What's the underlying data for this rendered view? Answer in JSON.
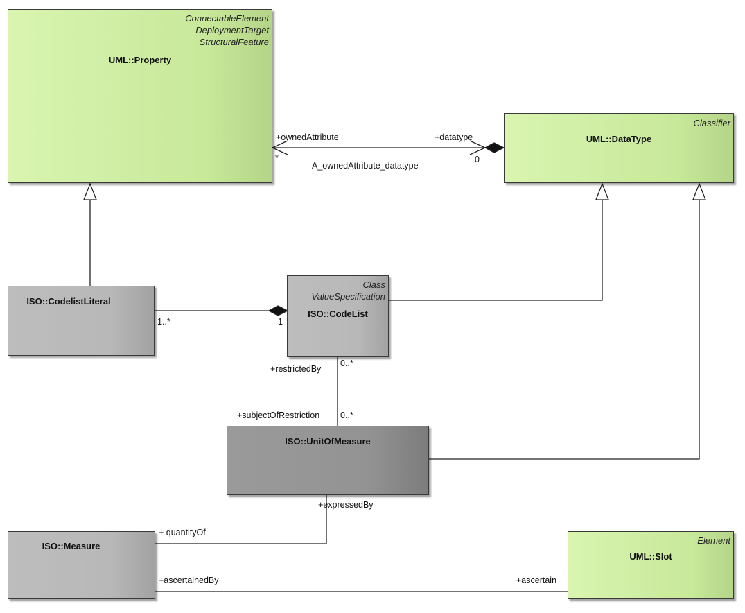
{
  "classes": {
    "property": {
      "name": "UML::Property",
      "stereotypes": [
        "ConnectableElement",
        "DeploymentTarget",
        "StructuralFeature"
      ]
    },
    "datatype": {
      "name": "UML::DataType",
      "stereotypes": [
        "Classifier"
      ]
    },
    "codelistliteral": {
      "name": "ISO::CodelistLiteral"
    },
    "codelist": {
      "name": "ISO::CodeList",
      "stereotypes": [
        "Class",
        "ValueSpecification"
      ]
    },
    "unitofmeasure": {
      "name": "ISO::UnitOfMeasure"
    },
    "measure": {
      "name": "ISO::Measure"
    },
    "slot": {
      "name": "UML::Slot",
      "stereotypes": [
        "Element"
      ]
    }
  },
  "associations": {
    "owned_attribute": {
      "name": "A_ownedAttribute_datatype",
      "source_role": "+ownedAttribute",
      "source_multiplicity": "*",
      "target_role": "+datatype",
      "target_multiplicity": "0"
    },
    "literal_codelist": {
      "source_multiplicity": "1..*",
      "target_multiplicity": "1"
    },
    "restriction": {
      "top_role": "+restrictedBy",
      "top_multiplicity": "0..*",
      "bottom_role": "+subjectOfRestriction",
      "bottom_multiplicity": "0..*"
    },
    "quantity": {
      "uom_role": "+expressedBy",
      "measure_role": "+ quantityOf"
    },
    "ascertain": {
      "measure_role": "+ascertainedBy",
      "slot_role": "+ascertain"
    }
  }
}
